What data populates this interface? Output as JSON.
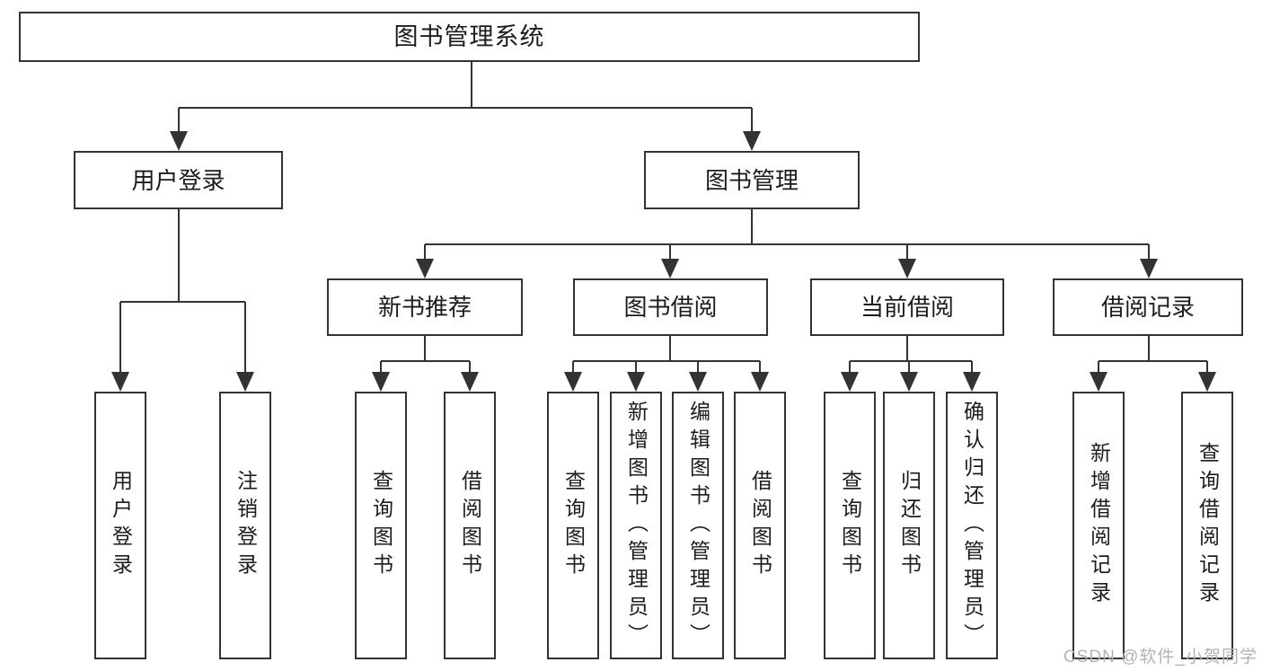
{
  "diagram_title": "图书管理系统",
  "tree": {
    "label": "图书管理系统",
    "children": [
      {
        "label": "用户登录",
        "children": [
          {
            "label": "用户登录"
          },
          {
            "label": "注销登录"
          }
        ]
      },
      {
        "label": "图书管理",
        "children": [
          {
            "label": "新书推荐",
            "children": [
              {
                "label": "查询图书"
              },
              {
                "label": "借阅图书"
              }
            ]
          },
          {
            "label": "图书借阅",
            "children": [
              {
                "label": "查询图书"
              },
              {
                "label": "新增图书（管理员）"
              },
              {
                "label": "编辑图书（管理员）"
              },
              {
                "label": "借阅图书"
              }
            ]
          },
          {
            "label": "当前借阅",
            "children": [
              {
                "label": "查询图书"
              },
              {
                "label": "归还图书"
              },
              {
                "label": "确认归还（管理员）"
              }
            ]
          },
          {
            "label": "借阅记录",
            "children": [
              {
                "label": "新增借阅记录"
              },
              {
                "label": "查询借阅记录"
              }
            ]
          }
        ]
      }
    ]
  },
  "watermark": {
    "text": "CSDN @软件_小贺同学",
    "color": "#b3b3b3"
  },
  "colors": {
    "background": "#ffffff",
    "line": "#333333",
    "box_border": "#333333",
    "text": "#1c1c1c"
  }
}
